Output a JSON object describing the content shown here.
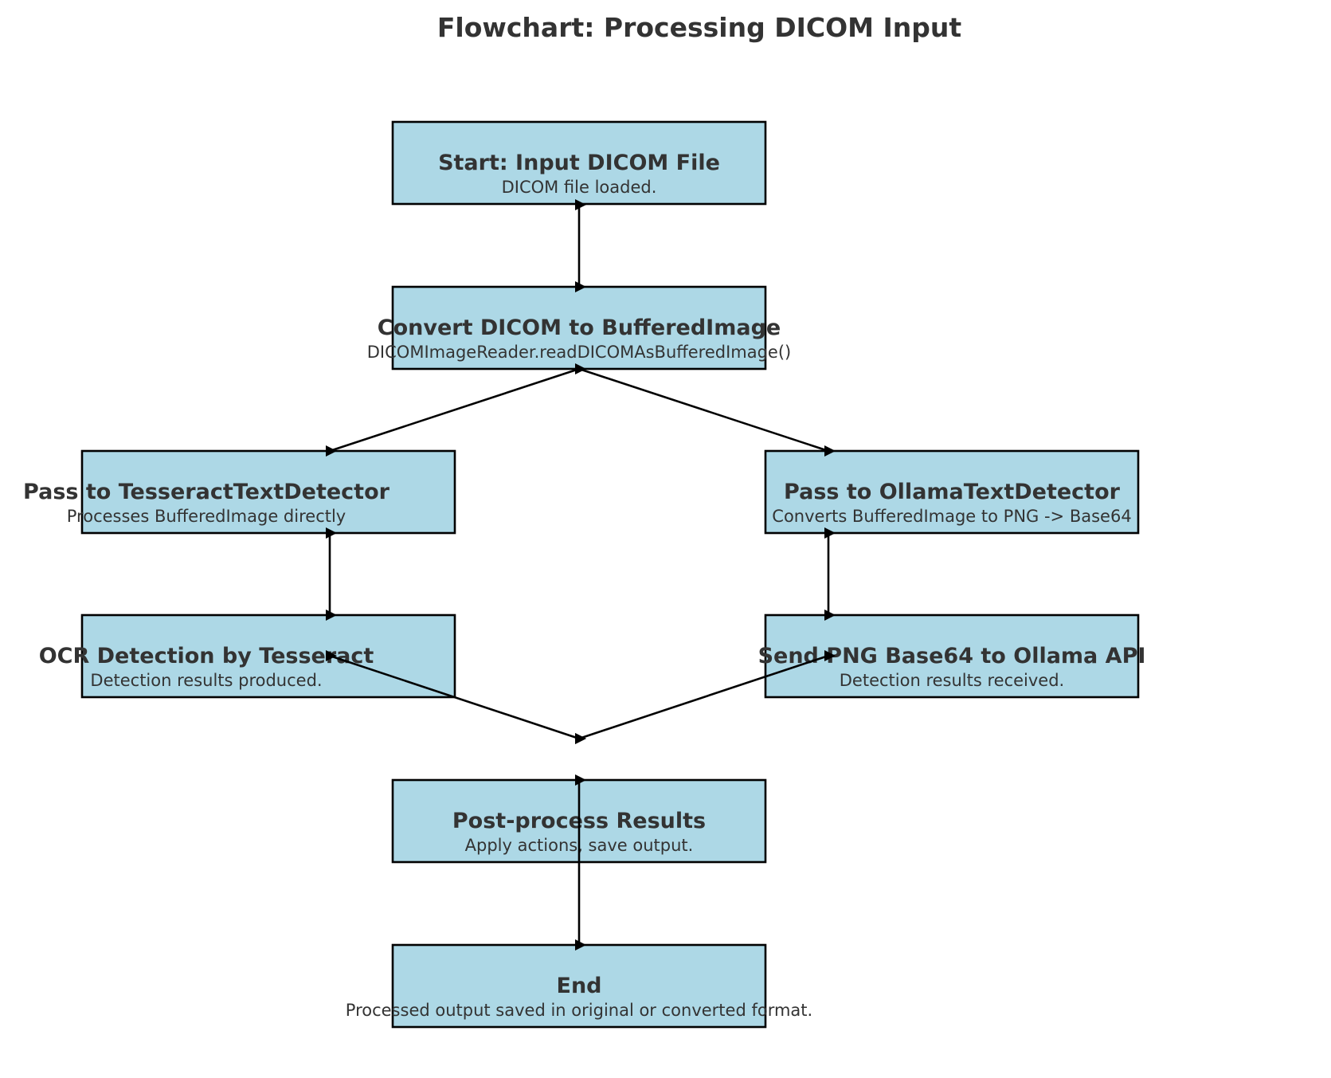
{
  "title": "Flowchart: Processing DICOM Input",
  "colors": {
    "node_fill": "#add8e6",
    "node_border": "#000000",
    "text": "#333333",
    "edge": "#000000"
  },
  "nodes": [
    {
      "id": "start",
      "title": "Start: Input DICOM File",
      "subtitle": "DICOM file loaded."
    },
    {
      "id": "convert",
      "title": "Convert DICOM to BufferedImage",
      "subtitle": "DICOMImageReader.readDICOMAsBufferedImage()"
    },
    {
      "id": "tess_pass",
      "title": "Pass to TesseractTextDetector",
      "subtitle": "Processes BufferedImage directly"
    },
    {
      "id": "ollama_pass",
      "title": "Pass to OllamaTextDetector",
      "subtitle": "Converts BufferedImage to PNG -> Base64"
    },
    {
      "id": "tess_ocr",
      "title": "OCR Detection by Tesseract",
      "subtitle": "Detection results produced."
    },
    {
      "id": "ollama_send",
      "title": "Send PNG Base64 to Ollama API",
      "subtitle": "Detection results received."
    },
    {
      "id": "post",
      "title": "Post-process Results",
      "subtitle": "Apply actions, save output."
    },
    {
      "id": "end",
      "title": "End",
      "subtitle": "Processed output saved in original or converted format."
    }
  ],
  "edges": [
    {
      "from": "start",
      "to": "convert"
    },
    {
      "from": "convert",
      "to": "tess_pass"
    },
    {
      "from": "convert",
      "to": "ollama_pass"
    },
    {
      "from": "tess_pass",
      "to": "tess_ocr"
    },
    {
      "from": "ollama_pass",
      "to": "ollama_send"
    },
    {
      "from": "tess_ocr",
      "to": "post"
    },
    {
      "from": "ollama_send",
      "to": "post"
    },
    {
      "from": "post",
      "to": "end"
    }
  ]
}
